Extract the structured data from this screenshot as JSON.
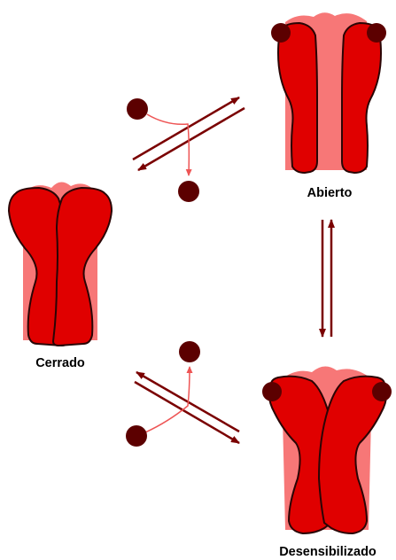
{
  "states": {
    "closed": {
      "label": "Cerrado"
    },
    "open": {
      "label": "Abierto"
    },
    "desensitized": {
      "label": "Desensibilizado"
    }
  },
  "colors": {
    "subunit": "#e00000",
    "subunit_outline": "#2a0505",
    "pore": "#f77777",
    "ligand": "#5c0000",
    "arrow": "#7a0000",
    "ligand_path": "#ee5555"
  }
}
